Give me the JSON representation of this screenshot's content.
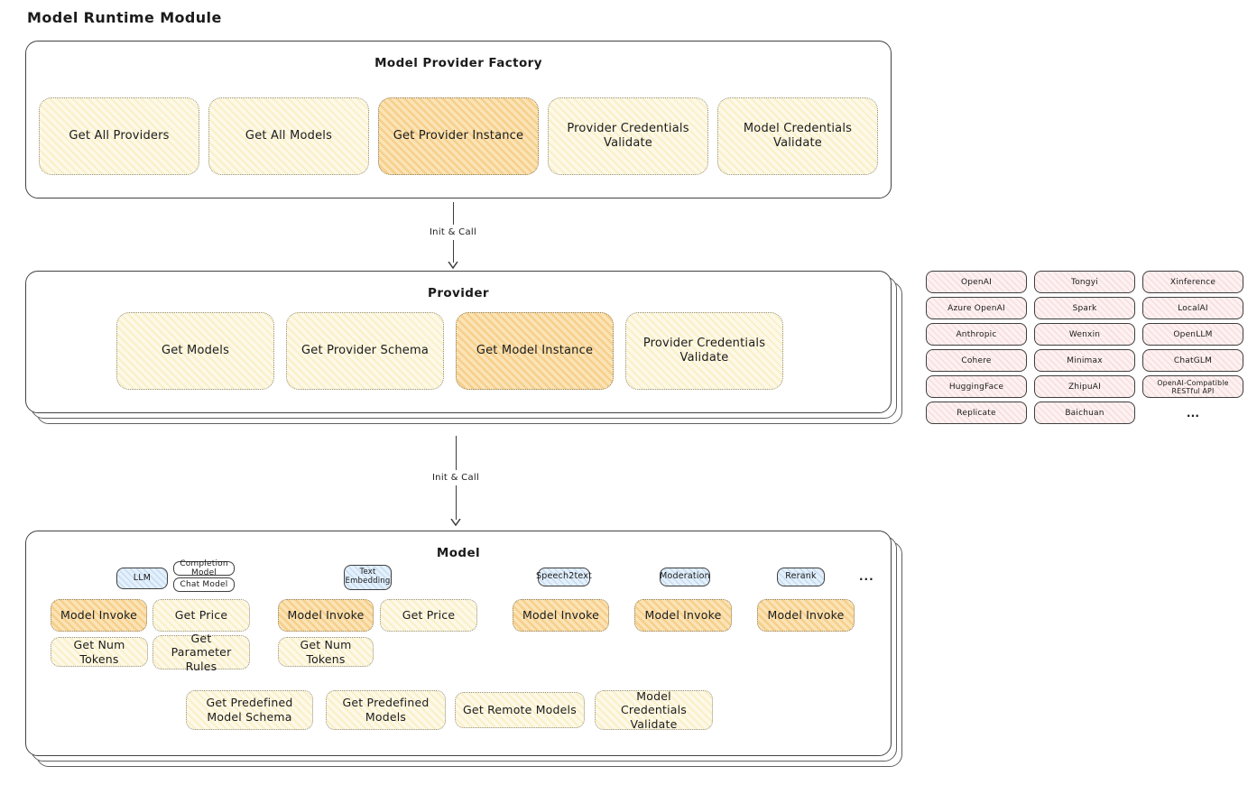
{
  "page": {
    "title": "Model Runtime Module"
  },
  "colors": {
    "node_yellow": "#fdf9e8",
    "node_highlight": "#fbe9c2",
    "provider_pink": "#fdf1f1",
    "tag_blue": "#e4f0fb"
  },
  "factory": {
    "title": "Model Provider Factory",
    "items": [
      {
        "label": "Get All Providers",
        "highlighted": false
      },
      {
        "label": "Get All Models",
        "highlighted": false
      },
      {
        "label": "Get Provider Instance",
        "highlighted": true
      },
      {
        "label": "Provider Credentials Validate",
        "highlighted": false
      },
      {
        "label": "Model Credentials Validate",
        "highlighted": false
      }
    ]
  },
  "arrow1": {
    "label": "Init & Call"
  },
  "arrow2": {
    "label": "Init & Call"
  },
  "provider": {
    "title": "Provider",
    "items": [
      {
        "label": "Get Models",
        "highlighted": false
      },
      {
        "label": "Get Provider Schema",
        "highlighted": false
      },
      {
        "label": "Get Model Instance",
        "highlighted": true
      },
      {
        "label": "Provider Credentials Validate",
        "highlighted": false
      }
    ]
  },
  "providers_list": {
    "items": [
      "OpenAI",
      "Tongyi",
      "Xinference",
      "Azure OpenAI",
      "Spark",
      "LocalAI",
      "Anthropic",
      "Wenxin",
      "OpenLLM",
      "Cohere",
      "Minimax",
      "ChatGLM",
      "HuggingFace",
      "ZhipuAI",
      "OpenAI-Compatible RESTful API",
      "Replicate",
      "Baichuan"
    ],
    "more": "..."
  },
  "model": {
    "title": "Model",
    "tags": {
      "llm": "LLM",
      "completion": "Completion Model",
      "chat": "Chat Model",
      "text_embedding": "Text Embedding",
      "speech2text": "Speech2text",
      "moderation": "Moderation",
      "rerank": "Rerank",
      "more": "..."
    },
    "ops": {
      "llm_invoke": "Model Invoke",
      "llm_price": "Get Price",
      "llm_tokens": "Get Num Tokens",
      "llm_rules": "Get Parameter Rules",
      "emb_invoke": "Model Invoke",
      "emb_price": "Get Price",
      "emb_tokens": "Get Num Tokens",
      "s2t_invoke": "Model Invoke",
      "moderation_invoke": "Model Invoke",
      "rerank_invoke": "Model Invoke"
    },
    "common": [
      "Get Predefined Model Schema",
      "Get Predefined Models",
      "Get Remote Models",
      "Model Credentials Validate"
    ]
  }
}
